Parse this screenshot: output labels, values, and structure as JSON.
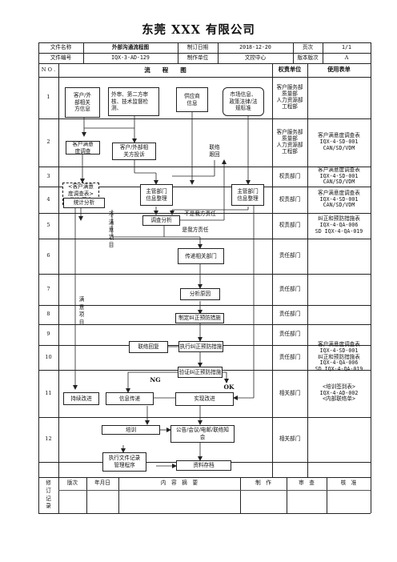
{
  "title": "东莞 XXX 有限公司",
  "meta": {
    "doc_name_label": "文件名称",
    "doc_name": "外部沟通流程图",
    "rev_date_label": "制订日期",
    "rev_date": "2018-12-20",
    "page_label": "页次",
    "page": "1/1",
    "doc_no_label": "文件编号",
    "doc_no": "IQX-3-AD-129",
    "unit_label": "制作单位",
    "unit": "文控中心",
    "version_label": "版本版次",
    "version": "A"
  },
  "header": {
    "no": "N O .",
    "flow": "流　　程　　图",
    "dept": "权责单位",
    "form": "使用表单"
  },
  "row_numbers": [
    "1",
    "2",
    "3",
    "4",
    "5",
    "6",
    "7",
    "8",
    "9",
    "10",
    "11",
    "12"
  ],
  "departments": [
    "客户服务部\n质量部\n人力资源部\n工程部",
    "客户服务部\n质量部\n人力资源部\n工程部",
    "权责部门",
    "权责部门",
    "权责部门",
    "责任部门",
    "责任部门",
    "责任部门",
    "责任部门",
    "责任部门",
    "相关部门",
    "相关部门"
  ],
  "forms": [
    "",
    "客户满意度调查表\nIQX-4-SD-001\nCAN/SD/VDM",
    "客户满意度调查表\nIQX-4-SD-001\nCAN/SD/VDM",
    "客户满意度调查表\nIQX-4-SD-001\nCAN/SD/VDM",
    "纠正和预防措施表\nIQX-4-QA-006\nSD IQX-4-QA-019",
    "",
    "",
    "",
    "",
    "客户满意度调查表\nIQX-4-SD-001\n纠正和预防措施表\nIQX-4-QA-006\nSD IQX-4-QA-019",
    "<培训签到表>\nIQX-4-AD-002\n<内部联络单>",
    ""
  ],
  "flow": {
    "b1": "客户/外\n部相关\n方信息",
    "b2": "外审、第二方审\n核、技术监督检\n测、",
    "b3": "供应商\n信息",
    "b4": "市场信息、\n政策法律/法\n规标准",
    "b5": "客户满意\n度调查",
    "b6": "客户/外部相\n关方投诉",
    "b7": "联络\n跟回",
    "b8": "<客户满意\n度调查表>\n发放/回收",
    "b9": "主管部门\n信息整理",
    "b10": "主管部门\n信息整理",
    "b11": "统计分析",
    "b12": "调查分析",
    "b13": "传递相关部门",
    "b14": "分析原因",
    "b15": "制定纠正预防措施",
    "b16": "联络回复",
    "b17": "执行纠正预防措施",
    "b18": "验证纠正预防措施",
    "b19": "持续改进",
    "b20": "信息传递",
    "b21": "实现改进",
    "b22": "培训",
    "b23": "公告/会议/电邮/联络知\n会",
    "b24": "执行文件记录\n管理程序",
    "b25": "资料存档",
    "lbl_not_resp": "不是我方责任",
    "lbl_resp": "是我方责任",
    "lbl_unsat": "不\n满\n意\n项\n目",
    "lbl_sat": "满\n意\n项\n目",
    "lbl_ng": "NG",
    "lbl_ok": "OK"
  },
  "revision": {
    "label": "修\n订\n记\n录",
    "cols": [
      "版次",
      "年月日",
      "内　容　摘　要",
      "制　作",
      "审　查",
      "核　准"
    ]
  }
}
